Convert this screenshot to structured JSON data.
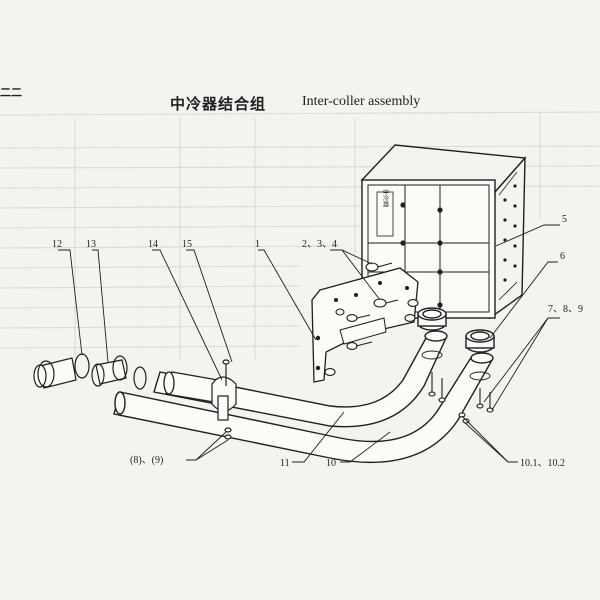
{
  "header": {
    "corner_mark": "二二",
    "title_cn": "中冷器结合组",
    "title_en": "Inter-coller assembly"
  },
  "diagram": {
    "plate_label": "中冷器",
    "callouts": [
      {
        "id": "c12",
        "text": "12"
      },
      {
        "id": "c13",
        "text": "13"
      },
      {
        "id": "c14",
        "text": "14"
      },
      {
        "id": "c15",
        "text": "15"
      },
      {
        "id": "c1",
        "text": "1"
      },
      {
        "id": "c234",
        "text": "2、3、4"
      },
      {
        "id": "c5",
        "text": "5"
      },
      {
        "id": "c6",
        "text": "6"
      },
      {
        "id": "c789",
        "text": "7、8、9"
      },
      {
        "id": "c89",
        "text": "(8)、(9)"
      },
      {
        "id": "c11",
        "text": "11"
      },
      {
        "id": "c10",
        "text": "10"
      },
      {
        "id": "c1012",
        "text": "10.1、10.2"
      }
    ]
  },
  "colors": {
    "paper": "#f4f3ef",
    "ink": "#1f1f1f",
    "ghost_table": "#d6d6d2"
  }
}
